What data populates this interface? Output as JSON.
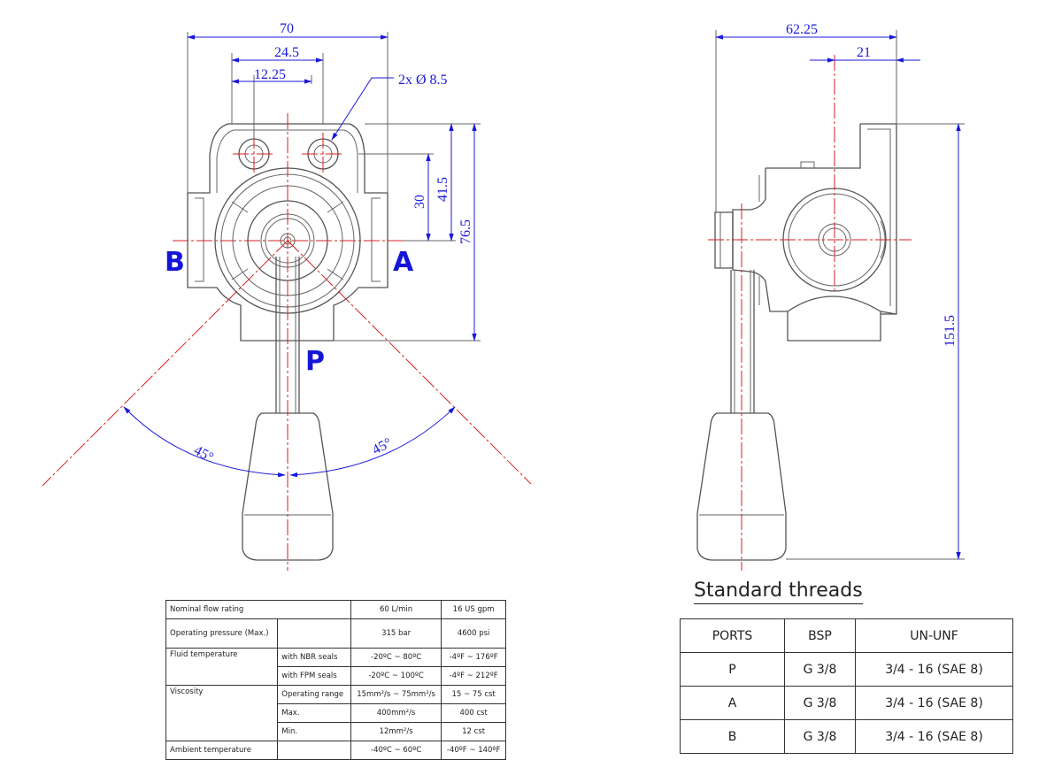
{
  "front_view": {
    "dims": {
      "width": "70",
      "hole_spacing": "24.5",
      "hole_offset": "12.25",
      "holes": "2x Ø 8.5",
      "h30": "30",
      "h41_5": "41.5",
      "h76_5": "76.5",
      "angle_left": "45°",
      "angle_right": "45°"
    },
    "ports": {
      "b": "B",
      "a": "A",
      "p": "P"
    }
  },
  "side_view": {
    "dims": {
      "width": "62.25",
      "offset": "21",
      "height": "151.5"
    }
  },
  "specs_table": {
    "rows": [
      {
        "label": "Nominal flow rating",
        "sub": "",
        "metric": "60 L/min",
        "imperial": "16 US gpm"
      },
      {
        "label": "Operating pressure (Max.)",
        "sub": "",
        "metric": "315 bar",
        "imperial": "4600 psi"
      },
      {
        "label": "Fluid temperature",
        "sub": "with NBR seals",
        "metric": "-20ºC ~ 80ºC",
        "imperial": "-4ºF ~ 176ºF"
      },
      {
        "label": "",
        "sub": "with FPM seals",
        "metric": "-20ºC ~ 100ºC",
        "imperial": "-4ºF ~ 212ºF"
      },
      {
        "label": "Viscosity",
        "sub": "Operating range",
        "metric": "15mm²/s ~ 75mm²/s",
        "imperial": "15 ~ 75 cst"
      },
      {
        "label": "",
        "sub": "Max.",
        "metric": "400mm²/s",
        "imperial": "400 cst"
      },
      {
        "label": "",
        "sub": "Min.",
        "metric": "12mm²/s",
        "imperial": "12 cst"
      },
      {
        "label": "Ambient temperature",
        "sub": "",
        "metric": "-40ºC ~ 60ºC",
        "imperial": "-40ºF ~ 140ºF"
      }
    ]
  },
  "threads": {
    "title": "Standard threads",
    "headers": [
      "PORTS",
      "BSP",
      "UN-UNF"
    ],
    "rows": [
      [
        "P",
        "G 3/8",
        "3/4 - 16 (SAE 8)"
      ],
      [
        "A",
        "G 3/8",
        "3/4 - 16 (SAE 8)"
      ],
      [
        "B",
        "G 3/8",
        "3/4 - 16 (SAE 8)"
      ]
    ]
  }
}
